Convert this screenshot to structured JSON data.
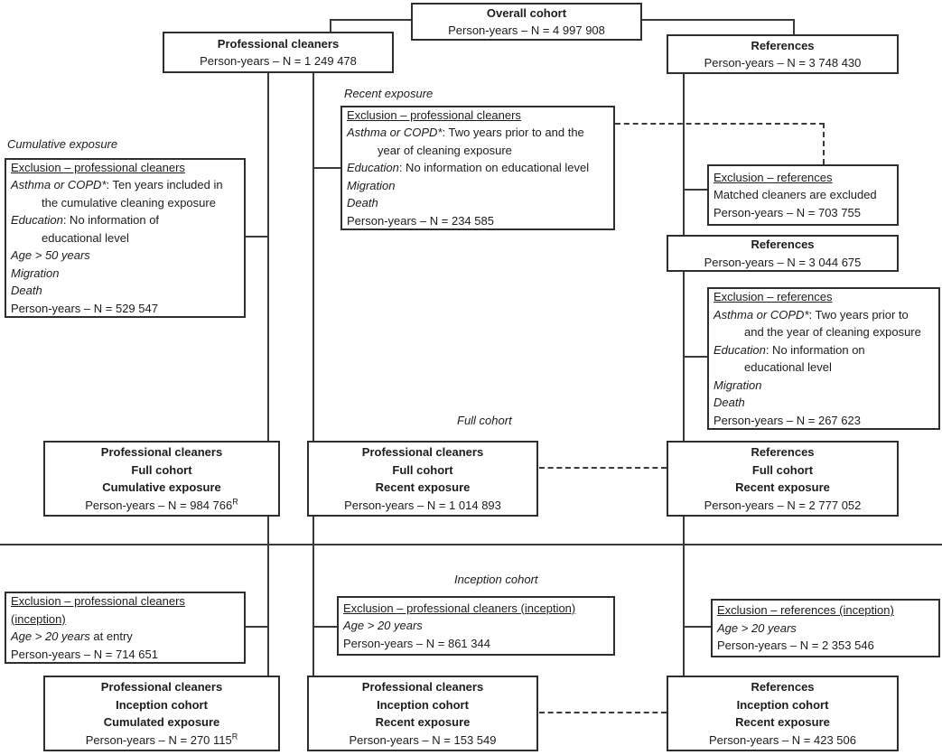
{
  "diagram": {
    "labels": {
      "cumulative_exposure": "Cumulative exposure",
      "recent_exposure": "Recent exposure",
      "full_cohort": "Full cohort",
      "inception_cohort": "Inception cohort"
    },
    "boxes": {
      "overall_cohort": {
        "lines": [
          {
            "seg": [
              {
                "t": "Overall cohort",
                "s": "b"
              }
            ]
          },
          {
            "seg": [
              {
                "t": "Person-years – N = 4 997 908"
              }
            ]
          }
        ]
      },
      "cleaners_top": {
        "lines": [
          {
            "seg": [
              {
                "t": "Professional cleaners",
                "s": "b"
              }
            ]
          },
          {
            "seg": [
              {
                "t": "Person-years – N = 1 249 478"
              }
            ]
          }
        ]
      },
      "references_top": {
        "lines": [
          {
            "seg": [
              {
                "t": "References",
                "s": "b"
              }
            ]
          },
          {
            "seg": [
              {
                "t": "Person-years – N = 3 748 430"
              }
            ]
          }
        ]
      },
      "excl_cleaners_cumulative": {
        "lines": [
          {
            "seg": [
              {
                "t": "Exclusion – professional cleaners",
                "s": "u"
              }
            ]
          },
          {
            "seg": [
              {
                "t": "Asthma or COPD*",
                "s": "i"
              },
              {
                "t": ": Ten years included in"
              }
            ]
          },
          {
            "ind": true,
            "seg": [
              {
                "t": "the cumulative cleaning exposure"
              }
            ]
          },
          {
            "seg": [
              {
                "t": "Education",
                "s": "i"
              },
              {
                "t": ": No information of"
              }
            ]
          },
          {
            "ind": true,
            "seg": [
              {
                "t": "educational level"
              }
            ]
          },
          {
            "seg": [
              {
                "t": "Age > 50 years",
                "s": "i"
              }
            ]
          },
          {
            "seg": [
              {
                "t": "Migration",
                "s": "i"
              }
            ]
          },
          {
            "seg": [
              {
                "t": "Death",
                "s": "i"
              }
            ]
          },
          {
            "seg": [
              {
                "t": "Person-years – N = 529 547"
              }
            ]
          }
        ]
      },
      "excl_cleaners_recent": {
        "lines": [
          {
            "seg": [
              {
                "t": "Exclusion – professional cleaners",
                "s": "u"
              }
            ]
          },
          {
            "seg": [
              {
                "t": "Asthma or COPD*",
                "s": "i"
              },
              {
                "t": ": Two years prior to and the"
              }
            ]
          },
          {
            "ind": true,
            "seg": [
              {
                "t": "year of cleaning exposure"
              }
            ]
          },
          {
            "seg": [
              {
                "t": "Education",
                "s": "i"
              },
              {
                "t": ": No information on educational level"
              }
            ]
          },
          {
            "seg": [
              {
                "t": "Migration",
                "s": "i"
              }
            ]
          },
          {
            "seg": [
              {
                "t": "Death",
                "s": "i"
              }
            ]
          },
          {
            "seg": [
              {
                "t": "Person-years – N = 234 585"
              }
            ]
          }
        ]
      },
      "excl_references_matched": {
        "lines": [
          {
            "seg": [
              {
                "t": "Exclusion – references",
                "s": "u"
              }
            ]
          },
          {
            "seg": [
              {
                "t": "Matched cleaners are excluded"
              }
            ]
          },
          {
            "seg": [
              {
                "t": "Person-years – N = 703 755"
              }
            ]
          }
        ]
      },
      "references_mid": {
        "lines": [
          {
            "seg": [
              {
                "t": "References",
                "s": "b"
              }
            ]
          },
          {
            "seg": [
              {
                "t": "Person-years – N = 3 044 675"
              }
            ]
          }
        ]
      },
      "excl_references_recent": {
        "lines": [
          {
            "seg": [
              {
                "t": "Exclusion – references",
                "s": "u"
              }
            ]
          },
          {
            "seg": [
              {
                "t": "Asthma or COPD*",
                "s": "i"
              },
              {
                "t": ": Two years prior to"
              }
            ]
          },
          {
            "ind": true,
            "seg": [
              {
                "t": "and the year of cleaning exposure"
              }
            ]
          },
          {
            "seg": [
              {
                "t": "Education",
                "s": "i"
              },
              {
                "t": ": No information on"
              }
            ]
          },
          {
            "ind": true,
            "seg": [
              {
                "t": "educational level"
              }
            ]
          },
          {
            "seg": [
              {
                "t": "Migration",
                "s": "i"
              }
            ]
          },
          {
            "seg": [
              {
                "t": "Death",
                "s": "i"
              }
            ]
          },
          {
            "seg": [
              {
                "t": "Person-years – N = 267 623"
              }
            ]
          }
        ]
      },
      "cleaners_full_cumulative": {
        "lines": [
          {
            "seg": [
              {
                "t": "Professional cleaners",
                "s": "b"
              }
            ]
          },
          {
            "seg": [
              {
                "t": "Full cohort",
                "s": "b"
              }
            ]
          },
          {
            "seg": [
              {
                "t": "Cumulative exposure",
                "s": "b"
              }
            ]
          },
          {
            "seg": [
              {
                "t": "Person-years – N = 984 766"
              },
              {
                "t": "R",
                "s": "sup"
              }
            ]
          }
        ]
      },
      "cleaners_full_recent": {
        "lines": [
          {
            "seg": [
              {
                "t": "Professional cleaners",
                "s": "b"
              }
            ]
          },
          {
            "seg": [
              {
                "t": "Full cohort",
                "s": "b"
              }
            ]
          },
          {
            "seg": [
              {
                "t": "Recent exposure",
                "s": "b"
              }
            ]
          },
          {
            "seg": [
              {
                "t": "Person-years – N = 1 014 893"
              }
            ]
          }
        ]
      },
      "references_full_recent": {
        "lines": [
          {
            "seg": [
              {
                "t": "References",
                "s": "b"
              }
            ]
          },
          {
            "seg": [
              {
                "t": "Full cohort",
                "s": "b"
              }
            ]
          },
          {
            "seg": [
              {
                "t": "Recent exposure",
                "s": "b"
              }
            ]
          },
          {
            "seg": [
              {
                "t": "Person-years – N = 2 777 052"
              }
            ]
          }
        ]
      },
      "excl_cleaners_inception_left": {
        "lines": [
          {
            "seg": [
              {
                "t": "Exclusion – professional cleaners",
                "s": "u"
              }
            ]
          },
          {
            "seg": [
              {
                "t": "(inception)",
                "s": "u"
              }
            ]
          },
          {
            "seg": [
              {
                "t": "Age > 20 years",
                "s": "i"
              },
              {
                "t": " at entry"
              }
            ]
          },
          {
            "seg": [
              {
                "t": "Person-years – N = 714 651"
              }
            ]
          }
        ]
      },
      "excl_cleaners_inception_center": {
        "lines": [
          {
            "seg": [
              {
                "t": "Exclusion – professional cleaners (inception)",
                "s": "u"
              }
            ]
          },
          {
            "seg": [
              {
                "t": "Age > 20 years",
                "s": "i"
              }
            ]
          },
          {
            "seg": [
              {
                "t": "Person-years – N = 861 344"
              }
            ]
          }
        ]
      },
      "excl_references_inception": {
        "lines": [
          {
            "seg": [
              {
                "t": "Exclusion – references (inception)",
                "s": "u"
              }
            ]
          },
          {
            "seg": [
              {
                "t": "Age > 20 years",
                "s": "i"
              }
            ]
          },
          {
            "seg": [
              {
                "t": "Person-years – N = 2 353 546"
              }
            ]
          }
        ]
      },
      "cleaners_inception_cumulated": {
        "lines": [
          {
            "seg": [
              {
                "t": "Professional cleaners",
                "s": "b"
              }
            ]
          },
          {
            "seg": [
              {
                "t": "Inception cohort",
                "s": "b"
              }
            ]
          },
          {
            "seg": [
              {
                "t": "Cumulated exposure",
                "s": "b"
              }
            ]
          },
          {
            "seg": [
              {
                "t": "Person-years – N = 270 115"
              },
              {
                "t": "R",
                "s": "sup"
              }
            ]
          }
        ]
      },
      "cleaners_inception_recent": {
        "lines": [
          {
            "seg": [
              {
                "t": "Professional cleaners",
                "s": "b"
              }
            ]
          },
          {
            "seg": [
              {
                "t": "Inception cohort",
                "s": "b"
              }
            ]
          },
          {
            "seg": [
              {
                "t": "Recent exposure",
                "s": "b"
              }
            ]
          },
          {
            "seg": [
              {
                "t": "Person-years – N = 153 549"
              }
            ]
          }
        ]
      },
      "references_inception_recent": {
        "lines": [
          {
            "seg": [
              {
                "t": "References",
                "s": "b"
              }
            ]
          },
          {
            "seg": [
              {
                "t": "Inception cohort",
                "s": "b"
              }
            ]
          },
          {
            "seg": [
              {
                "t": "Recent exposure",
                "s": "b"
              }
            ]
          },
          {
            "seg": [
              {
                "t": "Person-years – N = 423 506"
              }
            ]
          }
        ]
      }
    }
  }
}
